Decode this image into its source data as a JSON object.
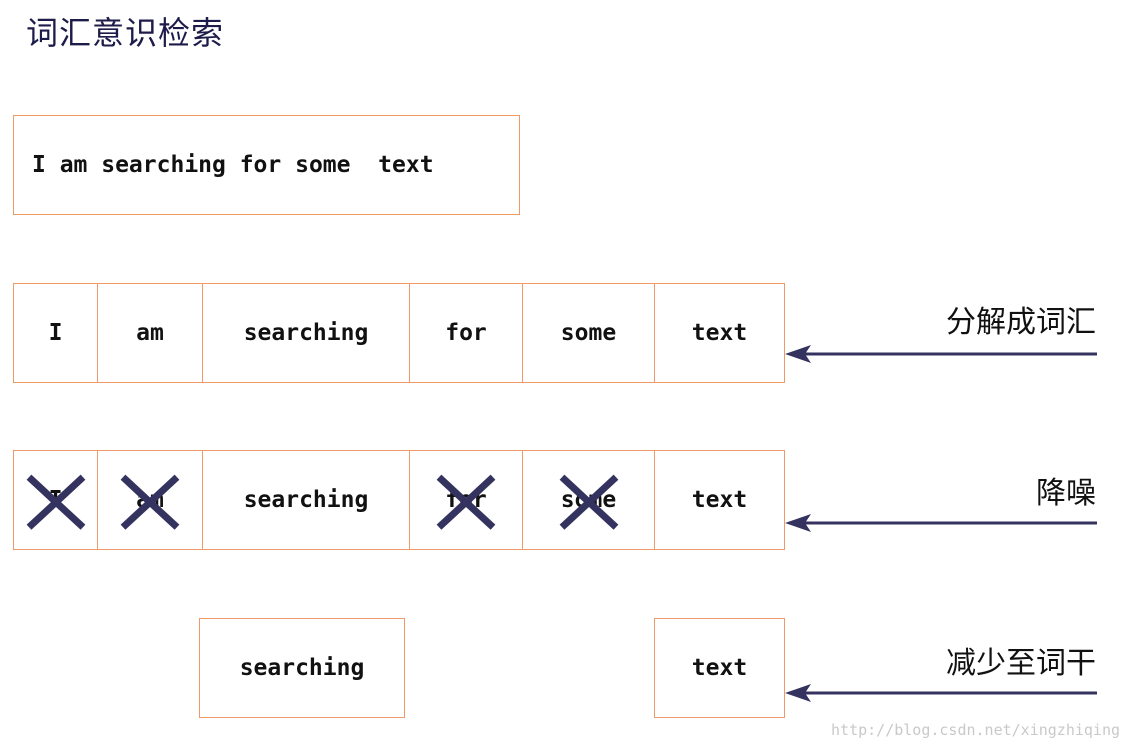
{
  "title": "词汇意识检索",
  "sentence": "I am searching for some  text",
  "rows": {
    "tokens": {
      "label": "分解成词汇",
      "words": [
        "I",
        "am",
        "searching",
        "for",
        "some",
        "text"
      ]
    },
    "denoise": {
      "label": "降噪",
      "words": [
        "I",
        "am",
        "searching",
        "for",
        "some",
        "text"
      ],
      "crossed": [
        true,
        true,
        false,
        true,
        true,
        false
      ]
    },
    "stems": {
      "label": "减少至词干",
      "words": [
        "searching",
        "text"
      ]
    }
  },
  "watermark": "http://blog.csdn.net/xingzhiqing",
  "colors": {
    "box_border": "#ee9a66",
    "cross": "#34335f",
    "arrow": "#34335f",
    "title": "#1c1b4a"
  },
  "icons": {
    "cross": "x-mark-icon",
    "arrow": "left-arrow-icon"
  }
}
